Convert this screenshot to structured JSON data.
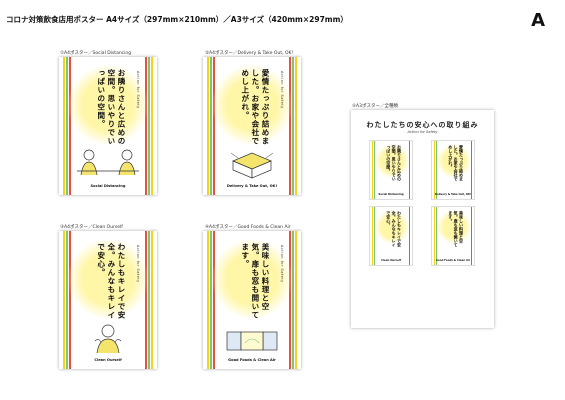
{
  "header": {
    "title": "コロナ対策飲食店用ポスター A4サイズ（297mm×210mm）／A3サイズ（420mm×297mm）",
    "letter": "A"
  },
  "captions": {
    "p1": "①A4ポスター／Social Distancing",
    "p2": "②A4ポスター／Delivery & Take Out, OK!",
    "p3": "③A4ポスター／Clean Ourself",
    "p4": "④A4ポスター／Good Foods & Clean Air",
    "p5": "⑤A3ポスター／全種類"
  },
  "posters": {
    "p1": {
      "text": "お隣りさんと広めの空間。思いやりでいっぱいの空間。",
      "english": "Action for Safety",
      "footer": "Social Distancing"
    },
    "p2": {
      "text": "愛情たっぷり詰めました。お家や会社でめし上がれ。",
      "english": "Action for Safety",
      "footer": "Delivery & Take Out, OK!"
    },
    "p3": {
      "text": "わたしもキレイで安全。みんなもキレイで安心。",
      "english": "Action for Safety",
      "footer": "Clean Ourself"
    },
    "p4": {
      "text": "美味しい料理と空気。扉も窓も開いてます。",
      "english": "Action for Safety",
      "footer": "Good Foods & Clean Air"
    }
  },
  "a3": {
    "title": "わたしたちの安心への取り組み",
    "subtitle": "Action for Safety"
  },
  "colors": {
    "stripe_yellow": "#f4d31b",
    "stripe_green": "#7cc47a",
    "stripe_red": "#e8523a",
    "glow": "#fff6a8"
  },
  "icons": {
    "people": "people-at-table-icon",
    "delivery": "delivery-box-icon",
    "clean": "person-washing-icon",
    "window": "open-window-icon"
  }
}
